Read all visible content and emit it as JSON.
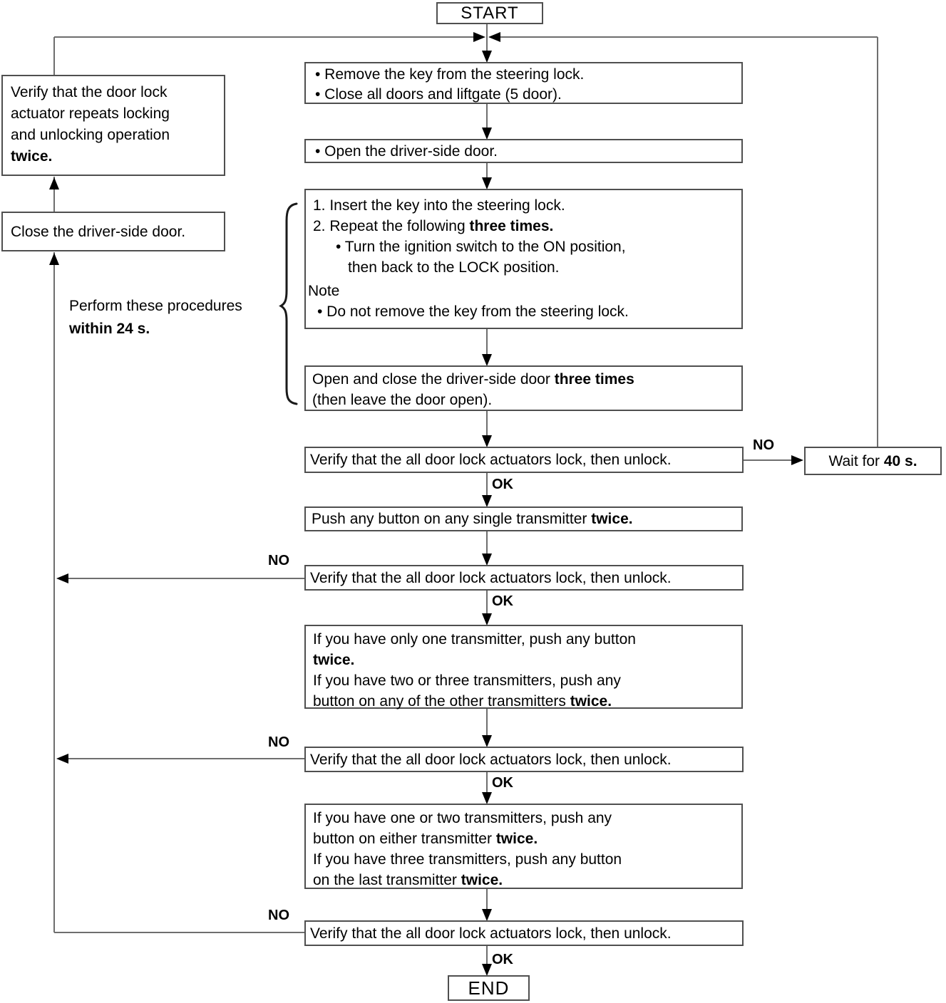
{
  "labels": {
    "start": "START",
    "end": "END",
    "no": "NO",
    "ok": "OK"
  },
  "colors": {
    "ink": "#000000",
    "box_border": "#4f4f4f",
    "connector": "#6e6e6e",
    "background": "#ffffff"
  },
  "left": {
    "verify_actuator": {
      "lines": [
        {
          "text": "Verify that the door lock"
        },
        {
          "text": "actuator repeats locking"
        },
        {
          "text": "and unlocking operation"
        },
        {
          "bold": "twice."
        }
      ]
    },
    "close_door": {
      "lines": [
        {
          "text": "Close the driver-side door."
        }
      ]
    },
    "perform_note": {
      "lines": [
        {
          "text": "Perform these procedures"
        },
        {
          "bold": "within 24 s."
        }
      ]
    }
  },
  "steps": {
    "prepare": {
      "lines": [
        {
          "text": "• Remove the key from  the steering lock."
        },
        {
          "text": "• Close all doors and liftgate (5 door)."
        }
      ]
    },
    "open_door": {
      "lines": [
        {
          "text": "• Open the driver-side door."
        }
      ]
    },
    "ignition": {
      "lines": [
        {
          "text": "1. Insert the key into the steering lock."
        },
        {
          "text": "2. Repeat the following ",
          "bold": "three times."
        },
        {
          "text": "• Turn the ignition switch to the ON position,"
        },
        {
          "text": "then back to the LOCK position."
        },
        {
          "text": "Note"
        },
        {
          "text": "• Do not remove the key from the steering lock."
        }
      ]
    },
    "open_close": {
      "lines": [
        {
          "text": "Open and close the driver-side door ",
          "bold": "three times"
        },
        {
          "text": "(then leave the door open)."
        }
      ]
    },
    "verify1": {
      "lines": [
        {
          "text": "Verify that the all door lock actuators lock, then unlock."
        }
      ]
    },
    "wait": {
      "lines": [
        {
          "text": "Wait for ",
          "bold": "40 s."
        }
      ]
    },
    "push_any": {
      "lines": [
        {
          "text": "Push any button on any single transmitter ",
          "bold": "twice."
        }
      ]
    },
    "verify2": {
      "lines": [
        {
          "text": "Verify that the all door lock actuators lock, then unlock."
        }
      ]
    },
    "second_transmitter": {
      "lines": [
        {
          "text": "If you have only one transmitter, push any button"
        },
        {
          "bold": "twice."
        },
        {
          "text": "If you have two or three transmitters, push any"
        },
        {
          "text": "button on any of the other transmitters ",
          "bold": "twice."
        }
      ]
    },
    "verify3": {
      "lines": [
        {
          "text": "Verify that the all door lock actuators lock, then unlock."
        }
      ]
    },
    "third_transmitter": {
      "lines": [
        {
          "text": "If you have one or two transmitters, push any"
        },
        {
          "text": "button on either transmitter ",
          "bold": "twice."
        },
        {
          "text": "If you have three transmitters, push any button"
        },
        {
          "text": "on the last transmitter ",
          "bold": "twice."
        }
      ]
    },
    "verify4": {
      "lines": [
        {
          "text": "Verify that the all door lock actuators lock, then unlock."
        }
      ]
    }
  }
}
